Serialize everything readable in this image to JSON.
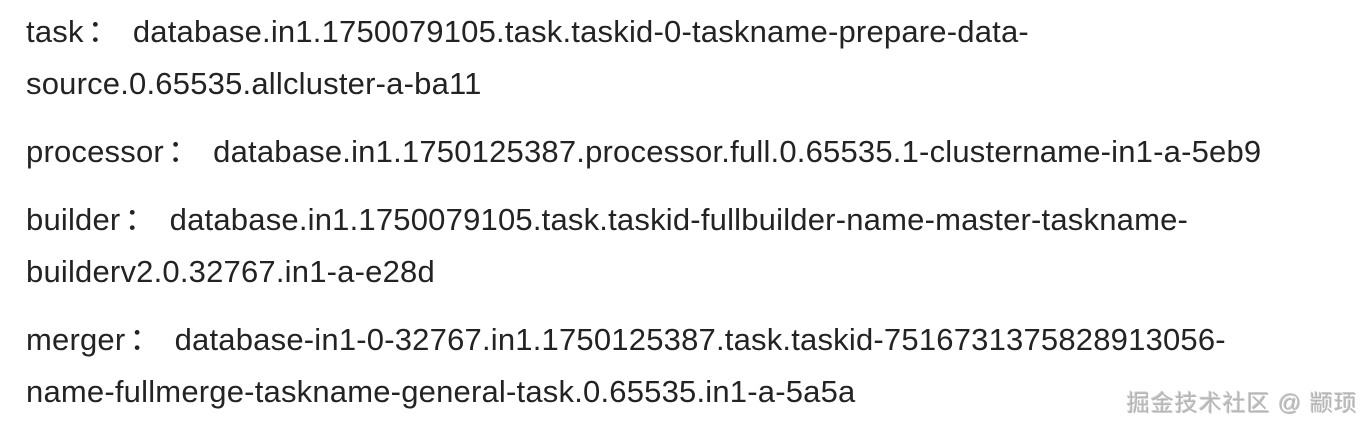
{
  "page": {
    "background_color": "#ffffff",
    "text_color": "#232323"
  },
  "entries": [
    {
      "label": "task",
      "colon": "：",
      "value": "database.in1.1750079105.task.taskid-0-taskname-prepare-data-source.0.65535.allcluster-a-ba11"
    },
    {
      "label": "processor",
      "colon": "：",
      "value": "database.in1.1750125387.processor.full.0.65535.1-clustername-in1-a-5eb9"
    },
    {
      "label": "builder",
      "colon": "：",
      "value": "database.in1.1750079105.task.taskid-fullbuilder-name-master-taskname-builderv2.0.32767.in1-a-e28d"
    },
    {
      "label": "merger",
      "colon": "：",
      "value": "database-in1-0-32767.in1.1750125387.task.taskid-7516731375828913056-name-fullmerge-taskname-general-task.0.65535.in1-a-5a5a"
    }
  ],
  "watermark": {
    "text": "掘金技术社区 @ 颛顼",
    "color": "#b6b6b6"
  }
}
